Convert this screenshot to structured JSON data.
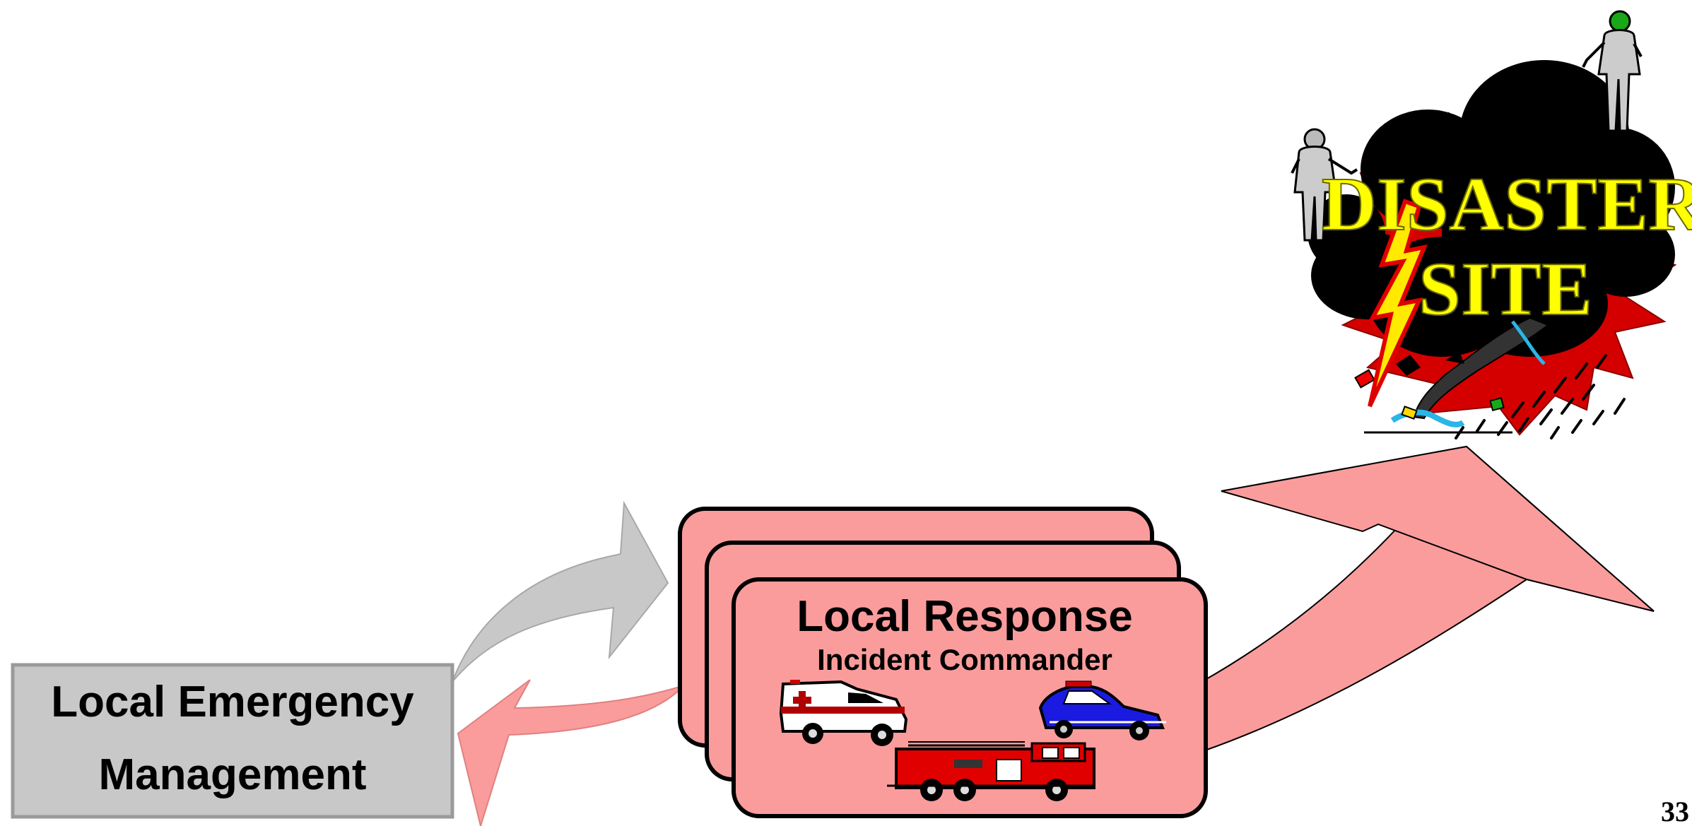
{
  "slide": {
    "page_number": "33"
  },
  "local_emergency_management": {
    "line1": "Local Emergency",
    "line2": "Management"
  },
  "local_response": {
    "title": "Local Response",
    "subtitle": "Incident Commander",
    "vehicles": [
      "ambulance",
      "police car",
      "fire truck"
    ]
  },
  "disaster_site": {
    "line1": "DISASTER",
    "line2": "SITE"
  },
  "colors": {
    "pink_fill": "#fb9c9c",
    "gray_fill": "#c8c8c8",
    "disaster_text": "#ffff00",
    "cloud": "#000000"
  }
}
